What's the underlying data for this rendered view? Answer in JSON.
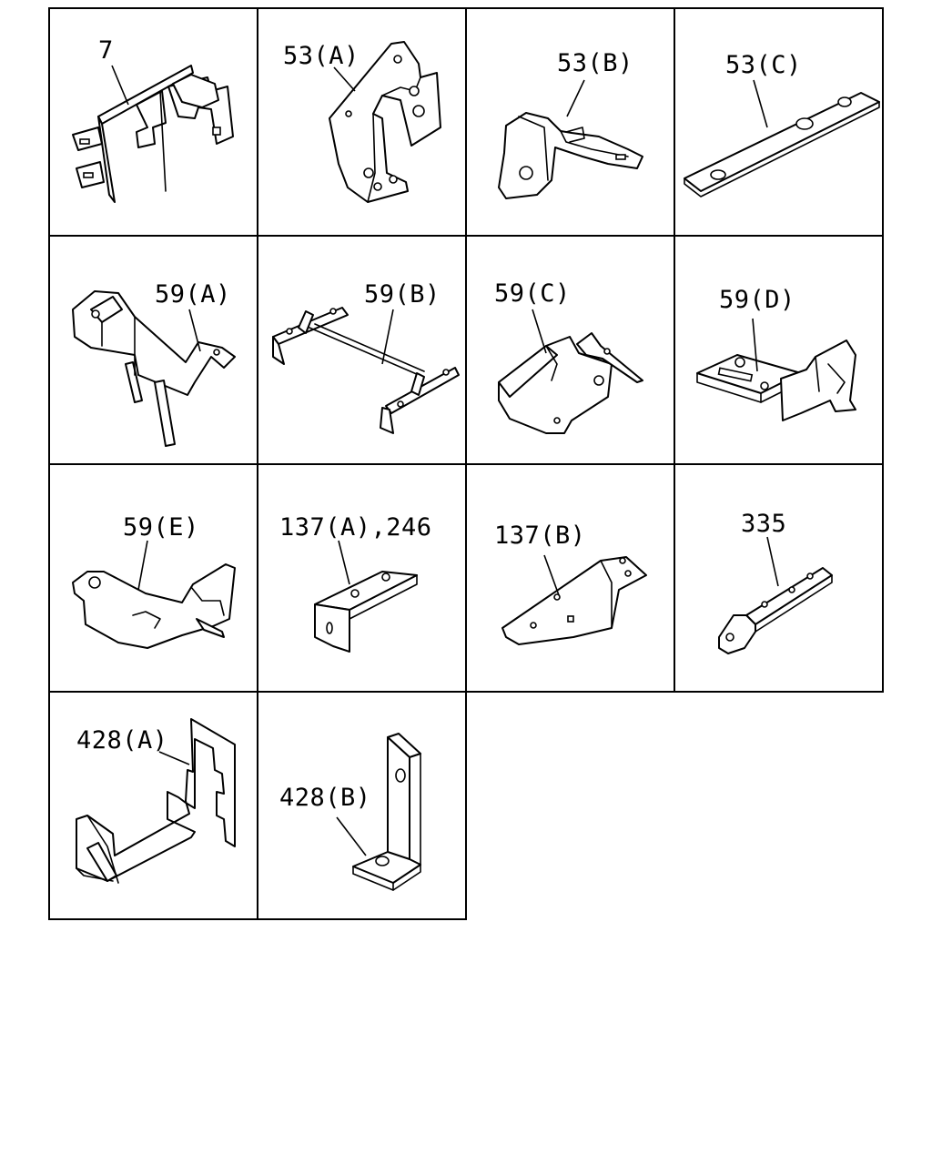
{
  "diagram": {
    "labels": {
      "p7": "7",
      "p53a": "53(A)",
      "p53b": "53(B)",
      "p53c": "53(C)",
      "p59a": "59(A)",
      "p59b": "59(B)",
      "p59c": "59(C)",
      "p59d": "59(D)",
      "p59e": "59(E)",
      "p137a": "137(A),246",
      "p137b": "137(B)",
      "p335": "335",
      "p428a": "428(A)",
      "p428b": "428(B)"
    }
  }
}
